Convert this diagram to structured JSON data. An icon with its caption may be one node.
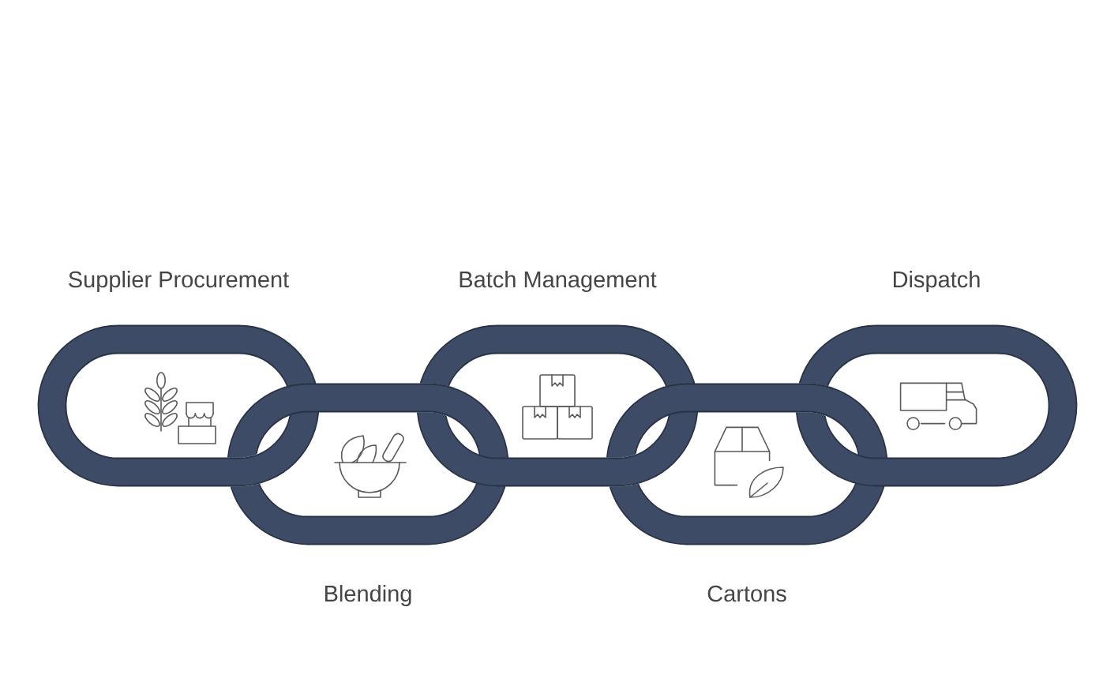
{
  "diagram": {
    "nodes": [
      {
        "text": [
          "Supplier Procurement"
        ]
      },
      {
        "text": [
          "Blending"
        ]
      },
      {
        "text": [
          "Batch Management"
        ]
      },
      {
        "text": [
          "Cartons"
        ]
      },
      {
        "text": [
          "Dispatch"
        ]
      }
    ]
  }
}
